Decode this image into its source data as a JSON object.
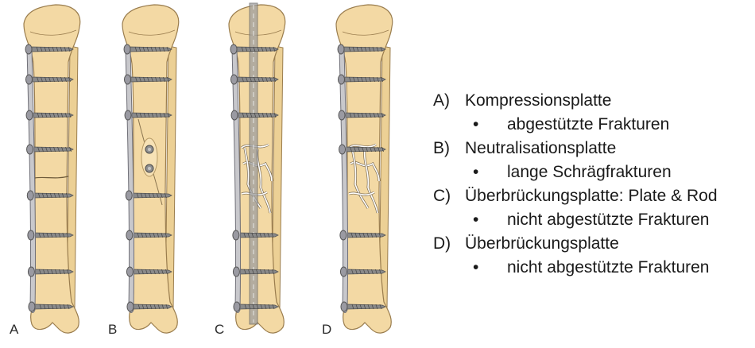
{
  "panels": [
    {
      "label": "A",
      "type": "compression"
    },
    {
      "label": "B",
      "type": "neutralization"
    },
    {
      "label": "C",
      "type": "plate-and-rod"
    },
    {
      "label": "D",
      "type": "bridging"
    }
  ],
  "legend": [
    {
      "letter": "A)",
      "title": "Kompressionsplatte",
      "sub": "abgestützte Frakturen"
    },
    {
      "letter": "B)",
      "title": "Neutralisationsplatte",
      "sub": "lange Schrägfrakturen"
    },
    {
      "letter": "C)",
      "title": "Überbrückungsplatte: Plate & Rod",
      "sub": "nicht abgestützte Frakturen"
    },
    {
      "letter": "D)",
      "title": "Überbrückungsplatte",
      "sub": "nicht abgestützte Frakturen"
    }
  ],
  "bullet": "•",
  "colors": {
    "bone": "#f3d9a4",
    "bone_outline": "#9a7d4e",
    "plate": "#c8c8cc",
    "plate_outline": "#707078",
    "screw": "#8a8a8a",
    "rod": "#9e9e9e",
    "fracture": "#ffffff"
  }
}
